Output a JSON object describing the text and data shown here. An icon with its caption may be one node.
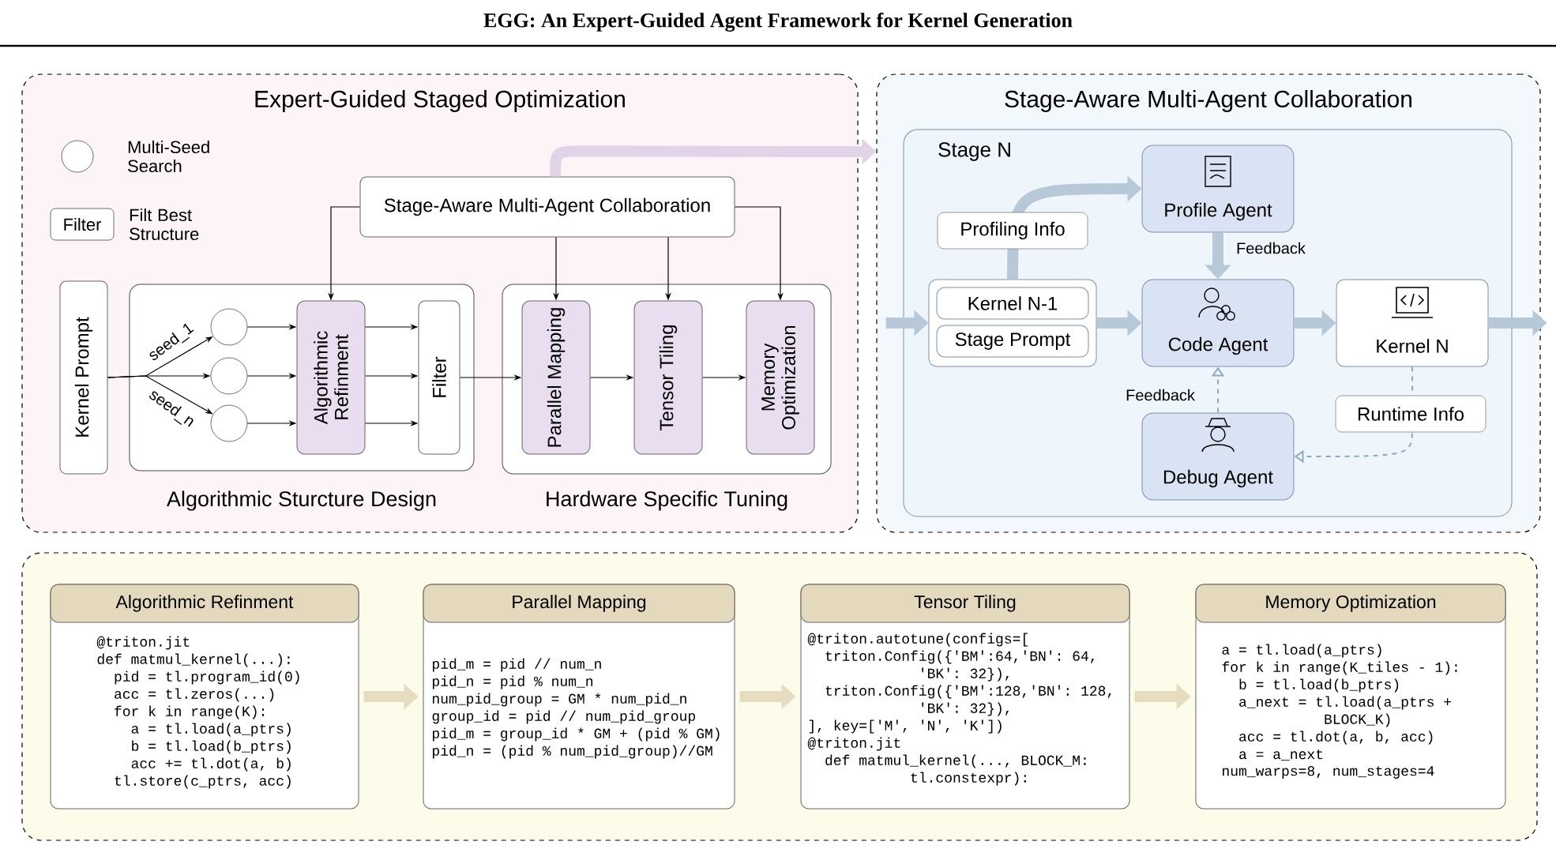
{
  "diagram": {
    "title": "EGG: An Expert-Guided Agent Framework for Kernel Generation",
    "nodes": [
      {
        "text": [
          "Expert-Guided Staged Optimization"
        ]
      },
      {
        "text": [
          "Stage-Aware Multi-Agent Collaboration"
        ],
        "in": 0
      },
      {
        "text": [
          "Kernel Prompt"
        ],
        "in": 0
      },
      {
        "text": [
          "Algorithmic Sturcture Design"
        ],
        "in": 0
      },
      {
        "text": [],
        "shape": "circle",
        "in": 3
      },
      {
        "text": [],
        "shape": "circle",
        "in": 3
      },
      {
        "text": [],
        "shape": "circle",
        "in": 3
      },
      {
        "text": [
          "Algorithmic Refinment"
        ],
        "in": 3
      },
      {
        "text": [
          "Filter"
        ],
        "in": 3
      },
      {
        "text": [
          "Hardware Specific Tuning"
        ],
        "in": 0
      },
      {
        "text": [
          "Parallel Mapping"
        ],
        "in": 9
      },
      {
        "text": [
          "Tensor Tiling"
        ],
        "in": 9
      },
      {
        "text": [
          "Memory Optimization"
        ],
        "in": 9
      },
      {
        "text": [
          "Stage-Aware Multi-Agent Collaboration"
        ]
      },
      {
        "text": [
          "Stage N"
        ],
        "in": 13
      },
      {
        "text": [],
        "shape": "box",
        "in": 14
      },
      {
        "text": [
          "Kernel N-1"
        ],
        "in": 15
      },
      {
        "text": [
          "Stage Prompt"
        ],
        "in": 15
      },
      {
        "text": [
          "Profile Agent"
        ],
        "in": 14
      },
      {
        "text": [
          "Code Agent"
        ],
        "in": 14
      },
      {
        "text": [
          "Kernel N"
        ],
        "in": 14
      },
      {
        "text": [
          "Debug Agent"
        ],
        "in": 14
      },
      {
        "text": [],
        "shape": "box"
      },
      {
        "text": [
          "Algorithmic Refinment",
          "@triton.jit",
          "def matmul_kernel(...):",
          "pid = tl.program_id(0)",
          "acc = tl.zeros(...)",
          "for k in range(K):",
          "a = tl.load(a_ptrs)",
          "b = tl.load(b_ptrs)",
          "acc += tl.dot(a, b)",
          "tl.store(c_ptrs, acc)"
        ],
        "in": 22
      },
      {
        "text": [
          "Parallel Mapping",
          "pid_m = pid // num_n",
          "pid_n = pid % num_n",
          "num_pid_group = GM * num_pid_n",
          "group_id = pid // num_pid_group",
          "pid_m = group_id * GM + (pid % GM)",
          "pid_n = (pid % num_pid_group)//GM"
        ],
        "in": 22
      },
      {
        "text": [
          "Tensor Tiling",
          "@triton.autotune(configs=[",
          "triton.Config({'BM':64,'BN': 64,",
          "'BK': 32}),",
          "triton.Config({'BM':128,'BN': 128,",
          "'BK': 32}),",
          "], key=['M', 'N', 'K'])",
          "@triton.jit",
          "def matmul_kernel(..., BLOCK_M:",
          "tl.constexpr):"
        ],
        "in": 22
      },
      {
        "text": [
          "Memory Optimization",
          "a = tl.load(a_ptrs)",
          "for k in range(K_tiles - 1):",
          "b = tl.load(b_ptrs)",
          "a_next = tl.load(a_ptrs +",
          "BLOCK_K)",
          "acc = tl.dot(a, b, acc)",
          "a = a_next",
          "num_warps=8, num_stages=4"
        ],
        "in": 22
      }
    ],
    "edges": [
      {
        "from": 1,
        "to": 7,
        "arrow": "to"
      },
      {
        "from": 1,
        "to": 10,
        "arrow": "to"
      },
      {
        "from": 1,
        "to": 11,
        "arrow": "to"
      },
      {
        "from": 1,
        "to": 12,
        "arrow": "to"
      },
      {
        "from": 2,
        "to": 4,
        "arrow": "to",
        "label": "seed_1"
      },
      {
        "from": 2,
        "to": 5,
        "arrow": "to"
      },
      {
        "from": 2,
        "to": 6,
        "arrow": "to",
        "label": "seed_n"
      },
      {
        "from": 4,
        "to": 7,
        "arrow": "to"
      },
      {
        "from": 5,
        "to": 7,
        "arrow": "to"
      },
      {
        "from": 6,
        "to": 7,
        "arrow": "to"
      },
      {
        "from": 7,
        "to": 8,
        "arrow": "to"
      },
      {
        "from": 7,
        "to": 8,
        "arrow": "to"
      },
      {
        "from": 7,
        "to": 8,
        "arrow": "to"
      },
      {
        "from": 8,
        "to": 10,
        "arrow": "to"
      },
      {
        "from": 10,
        "to": 11,
        "arrow": "to"
      },
      {
        "from": 11,
        "to": 12,
        "arrow": "to"
      },
      {
        "from": 1,
        "to": 13,
        "arrow": "to",
        "style": "thick",
        "color": "#e3d3e6"
      },
      {
        "from": null,
        "to": 15,
        "arrow": "to",
        "style": "thick",
        "color": "#b7c9d9"
      },
      {
        "from": 15,
        "to": 18,
        "arrow": "to",
        "style": "thick",
        "color": "#b7c9d9",
        "label": "Profiling Info"
      },
      {
        "from": 18,
        "to": 19,
        "arrow": "to",
        "style": "thick",
        "color": "#b7c9d9",
        "label": "Feedback"
      },
      {
        "from": 15,
        "to": 19,
        "arrow": "to",
        "style": "thick",
        "color": "#b7c9d9"
      },
      {
        "from": 19,
        "to": 20,
        "arrow": "to",
        "style": "thick",
        "color": "#b7c9d9"
      },
      {
        "from": 20,
        "to": null,
        "arrow": "to",
        "style": "thick",
        "color": "#b7c9d9"
      },
      {
        "from": 20,
        "to": 21,
        "arrow": "to",
        "style": "dashed",
        "color": "#8ea7c2",
        "label": "Runtime Info"
      },
      {
        "from": 21,
        "to": 19,
        "arrow": "to",
        "style": "dashed",
        "color": "#8ea7c2",
        "label": "Feedback"
      },
      {
        "from": 23,
        "to": 24,
        "arrow": "to",
        "style": "thick",
        "color": "#e6dcc0"
      },
      {
        "from": 24,
        "to": 25,
        "arrow": "to",
        "style": "thick",
        "color": "#e6dcc0"
      },
      {
        "from": 25,
        "to": 26,
        "arrow": "to",
        "style": "thick",
        "color": "#e6dcc0"
      }
    ],
    "labels": [
      "Filter"
    ],
    "legend": [
      {
        "text": "Multi-Seed Search"
      },
      {
        "text": "Filt Best Structure"
      }
    ]
  }
}
